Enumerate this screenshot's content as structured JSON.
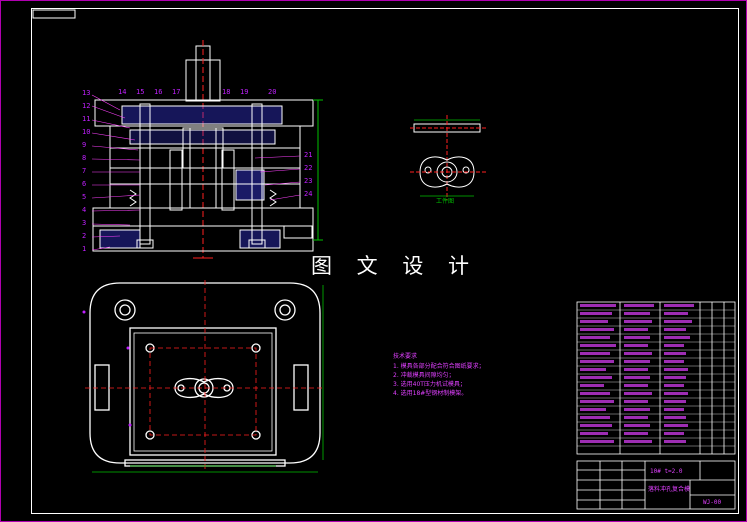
{
  "watermark": "图 文 设 计",
  "workpiece_label": "工件图",
  "tech_requirements": {
    "title": "技术要求",
    "items": [
      "1. 模具各部分配合符合图纸要求；",
      "2. 冲裁模具间隙均匀；",
      "3. 选用40T压力机试模具；",
      "4. 选用18#型钢材制模架。"
    ]
  },
  "part_numbers_left": [
    "13",
    "12",
    "11",
    "10",
    "9",
    "8",
    "7",
    "6",
    "5",
    "4",
    "3",
    "2",
    "1"
  ],
  "part_numbers_top": [
    "14",
    "15",
    "16",
    "17",
    "18",
    "19",
    "20"
  ],
  "part_numbers_right": [
    "21",
    "22",
    "23",
    "24"
  ],
  "title_block": {
    "material_spec": "10# t=2.0",
    "drawing_name": "落料冲孔复合模",
    "drawing_number": "WJ-00"
  },
  "colors": {
    "border": "#b000b0",
    "linework": "#ffffff",
    "centerline": "#ff2020",
    "dimension": "#00c000",
    "hatch": "#4040ff",
    "annotation": "#e040ff"
  }
}
